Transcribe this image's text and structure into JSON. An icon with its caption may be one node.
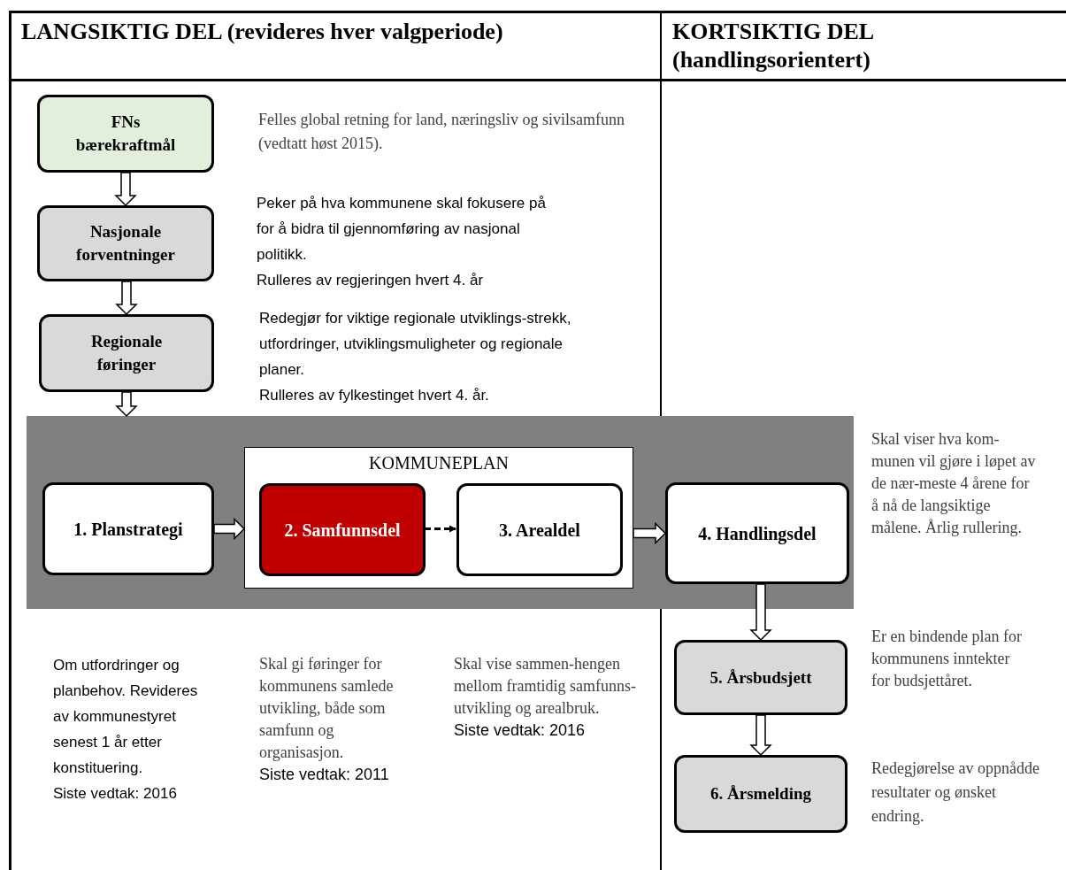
{
  "diagram": {
    "nodes": [
      {
        "text": [
          "FNs bærekraftmål"
        ],
        "beside": [
          "Felles global retning for land, næringsliv og sivilsamfunn (vedtatt høst 2015)."
        ]
      },
      {
        "text": [
          "Nasjonale forventninger"
        ],
        "beside": [
          "Peker på hva kommunene skal fokusere på for å bidra til gjennomføring av nasjonal politikk.",
          "Rulleres av regjeringen hvert 4. år"
        ]
      },
      {
        "text": [
          "Regionale føringer"
        ],
        "beside": [
          "Redegjør for viktige regionale utviklings-strekk, utfordringer, utviklingsmuligheter og regionale planer.",
          "Rulleres av fylkestinget hvert 4. år."
        ]
      },
      {
        "text": [],
        "shape": "box"
      },
      {
        "text": [
          "1. Planstrategi"
        ],
        "in": 3,
        "beside": [
          "Om utfordringer og planbehov. Revideres av kommunestyret senest 1 år etter konstituering.",
          "Siste vedtak: 2016"
        ]
      },
      {
        "text": [
          "KOMMUNEPLAN"
        ],
        "in": 3
      },
      {
        "text": [
          "2. Samfunnsdel"
        ],
        "in": 5,
        "beside": [
          "Skal gi føringer for kommunens samlede utvikling, både som samfunn og organisasjon.",
          "Siste vedtak: 2011"
        ]
      },
      {
        "text": [
          "3. Arealdel"
        ],
        "in": 5,
        "beside": [
          "Skal vise sammen-hengen mellom framtidig samfunns-utvikling og arealbruk.",
          "Siste vedtak: 2016"
        ]
      },
      {
        "text": [
          "4. Handlingsdel"
        ],
        "in": 3,
        "beside": [
          "Skal viser hva kom-munen vil gjøre i løpet av de nær-meste 4 årene for å nå de langsiktige målene. Årlig rullering."
        ]
      },
      {
        "text": [
          "5. Årsbudsjett"
        ],
        "beside": [
          "Er en bindende plan for kommunens inntekter for budsjettåret."
        ]
      },
      {
        "text": [
          "6. Årsmelding"
        ],
        "beside": [
          "Redegjørelse av oppnådde resultater og ønsket endring."
        ]
      }
    ],
    "edges": [
      {
        "from": 0,
        "to": 1,
        "arrow": "to"
      },
      {
        "from": 1,
        "to": 2,
        "arrow": "to"
      },
      {
        "from": 2,
        "to": 3,
        "arrow": "to"
      },
      {
        "from": 4,
        "to": 5,
        "arrow": "to"
      },
      {
        "from": 6,
        "to": 7,
        "arrow": "to",
        "style": "dashed"
      },
      {
        "from": 5,
        "to": 8,
        "arrow": "to"
      },
      {
        "from": 8,
        "to": 9,
        "arrow": "to"
      },
      {
        "from": 9,
        "to": 10,
        "arrow": "to"
      }
    ],
    "labels": [
      "LANGSIKTIG DEL (revideres hver valgperiode)",
      "KORTSIKTIG DEL (handlingsorientert)"
    ]
  }
}
